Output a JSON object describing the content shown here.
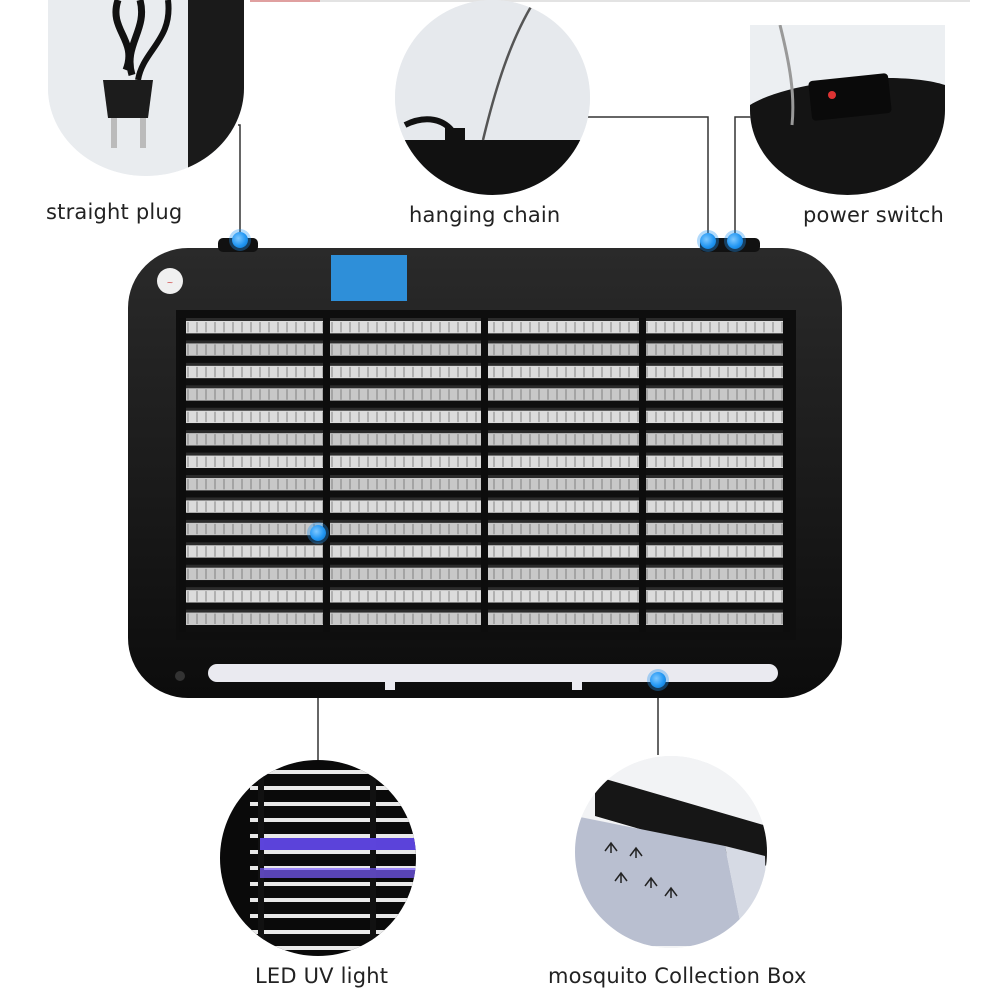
{
  "callouts": {
    "plug": {
      "label": "straight plug",
      "icon": "plug-icon"
    },
    "chain": {
      "label": "hanging chain",
      "icon": "chain-icon"
    },
    "switch": {
      "label": "power switch",
      "icon": "switch-icon"
    },
    "uv": {
      "label": "LED UV light",
      "icon": "uv-light-icon"
    },
    "box": {
      "label": "mosquito Collection Box",
      "icon": "collection-box-icon"
    }
  },
  "colors": {
    "accent": "#2196f3",
    "body": "#141414",
    "uv_glow": "#6a4dff"
  }
}
